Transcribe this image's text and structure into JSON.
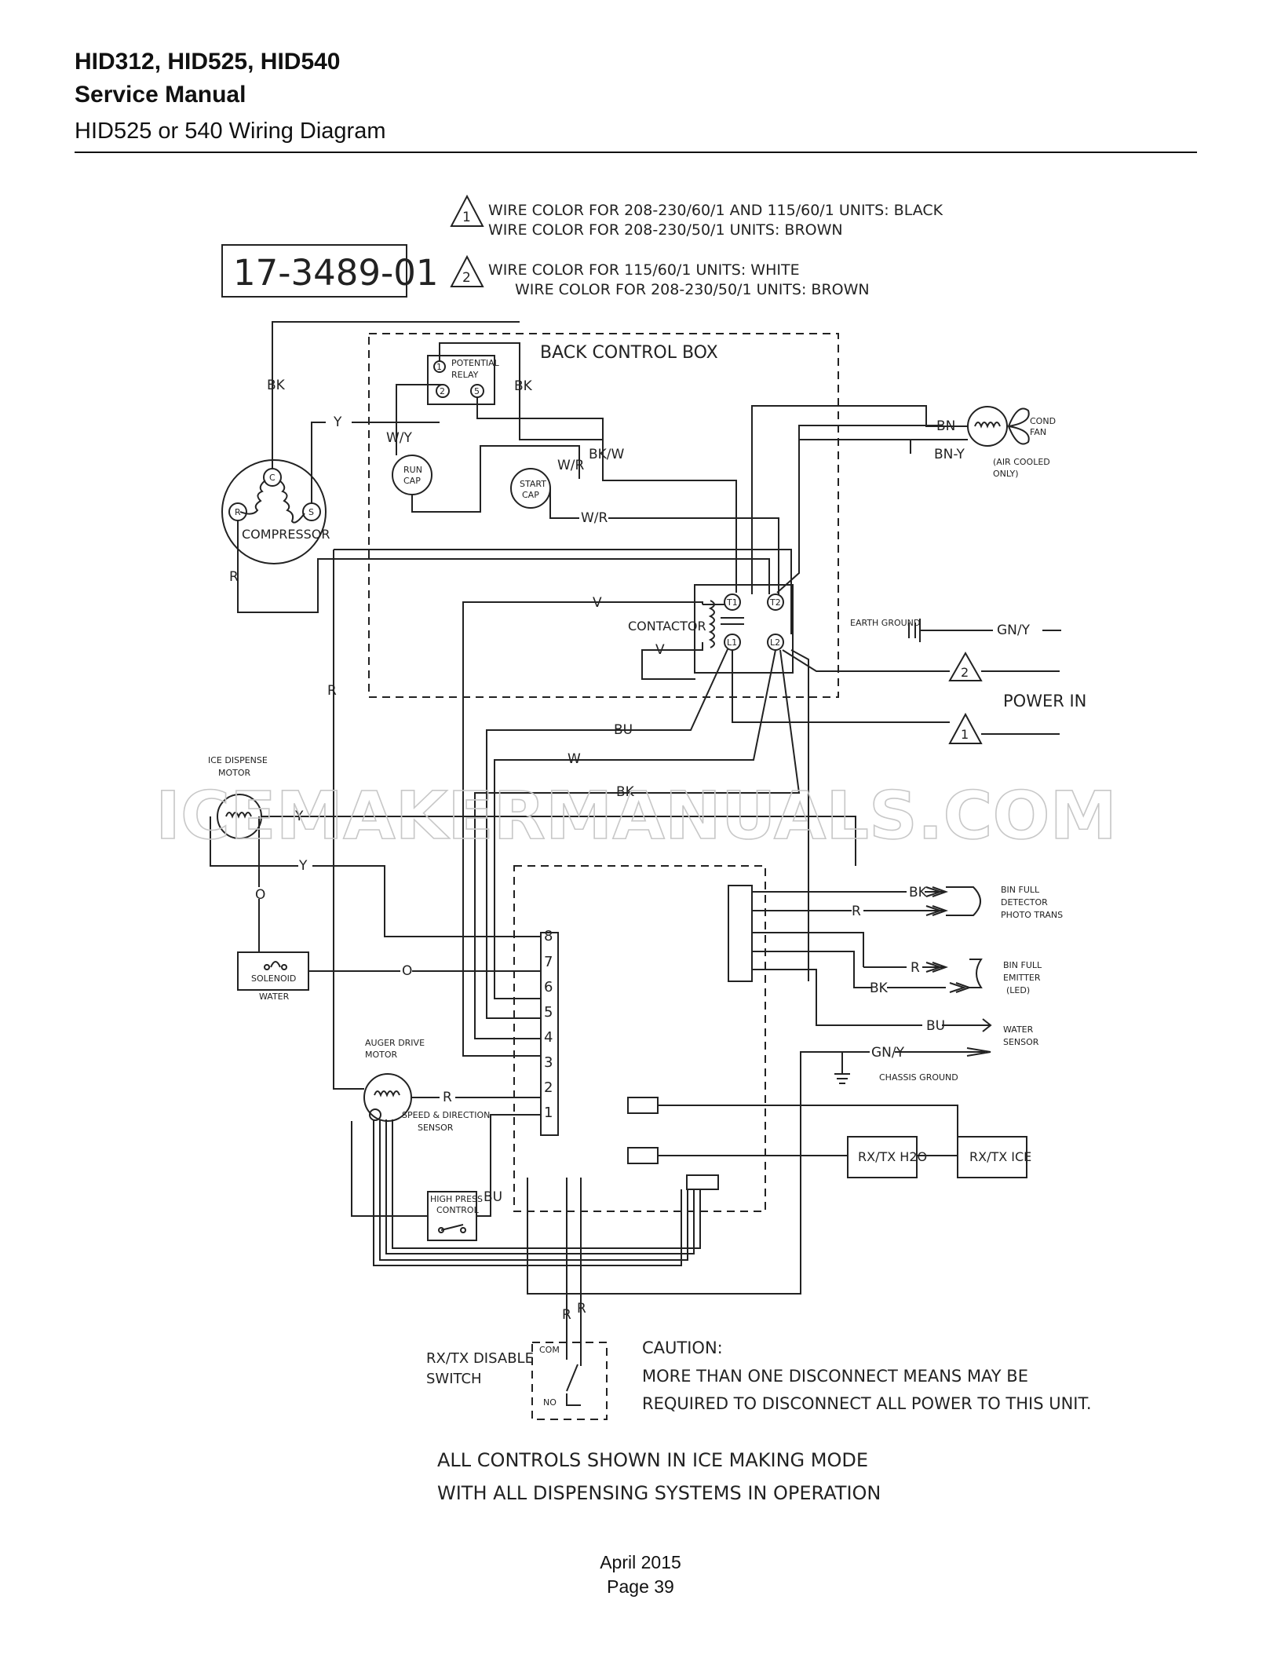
{
  "header": {
    "title_line1": "HID312, HID525, HID540",
    "title_line2": "Service Manual",
    "subtitle": "HID525 or 540 Wiring Diagram"
  },
  "diagram": {
    "part_number": "17-3489-01",
    "note1_line1": "WIRE COLOR FOR 208-230/60/1 AND 115/60/1 UNITS: BLACK",
    "note1_line2": "WIRE COLOR FOR 208-230/50/1 UNITS: BROWN",
    "note2_line1": "WIRE COLOR FOR 115/60/1 UNITS: WHITE",
    "note2_line2": "WIRE COLOR FOR 208-230/50/1 UNITS: BROWN",
    "back_control_box": "BACK CONTROL BOX",
    "potential_relay_l1": "POTENTIAL",
    "potential_relay_l2": "RELAY",
    "compressor": "COMPRESSOR",
    "run_cap_l1": "RUN",
    "run_cap_l2": "CAP",
    "start_cap_l1": "START",
    "start_cap_l2": "CAP",
    "contactor": "CONTACTOR",
    "t1": "T1",
    "t2": "T2",
    "l1": "L1",
    "l2": "L2",
    "cond_fan_l1": "COND",
    "cond_fan_l2": "FAN",
    "air_cooled_l1": "(AIR COOLED",
    "air_cooled_l2": "ONLY)",
    "earth_ground": "EARTH GROUND",
    "power_in": "POWER IN",
    "ice_dispense_l1": "ICE DISPENSE",
    "ice_dispense_l2": "MOTOR",
    "solenoid_l1": "SOLENOID",
    "solenoid_l2": "WATER",
    "auger_l1": "AUGER DRIVE",
    "auger_l2": "MOTOR",
    "speed_sensor_l1": "SPEED & DIRECTION",
    "speed_sensor_l2": "SENSOR",
    "high_press_l1": "HIGH PRESS",
    "high_press_l2": "CONTROL",
    "bin_full_detector_l1": "BIN FULL",
    "bin_full_detector_l2": "DETECTOR",
    "bin_full_detector_l3": "PHOTO TRANS",
    "bin_full_emitter_l1": "BIN FULL",
    "bin_full_emitter_l2": "EMITTER",
    "bin_full_emitter_l3": "(LED)",
    "water_sensor_l1": "WATER",
    "water_sensor_l2": "SENSOR",
    "chassis_ground": "CHASSIS GROUND",
    "rxtx_h2o": "RX/TX H2O",
    "rxtx_ice": "RX/TX ICE",
    "rxtx_switch_l1": "RX/TX DISABLE",
    "rxtx_switch_l2": "SWITCH",
    "com": "COM",
    "no": "NO",
    "caution_l1": "CAUTION:",
    "caution_l2": "MORE THAN ONE DISCONNECT MEANS MAY BE",
    "caution_l3": "REQUIRED TO DISCONNECT ALL POWER TO THIS UNIT.",
    "note_bottom_l1": "ALL CONTROLS SHOWN IN ICE MAKING MODE",
    "note_bottom_l2": "WITH ALL DISPENSING SYSTEMS IN OPERATION",
    "wire_labels": {
      "bk": "BK",
      "y": "Y",
      "wy": "W/Y",
      "bkw": "BK/W",
      "wr": "W/R",
      "r": "R",
      "v": "V",
      "bu": "BU",
      "w": "W",
      "o": "O",
      "bn": "BN",
      "bny": "BN-Y",
      "gny": "GN/Y"
    },
    "terminals": [
      "8",
      "7",
      "6",
      "5",
      "4",
      "3",
      "2",
      "1"
    ],
    "relay_terminals": [
      "1",
      "2",
      "5"
    ],
    "compressor_terminals": [
      "C",
      "R",
      "S"
    ]
  },
  "watermark": "ICEMAKERMANUALS.COM",
  "footer": {
    "date": "April 2015",
    "page": "Page 39"
  }
}
